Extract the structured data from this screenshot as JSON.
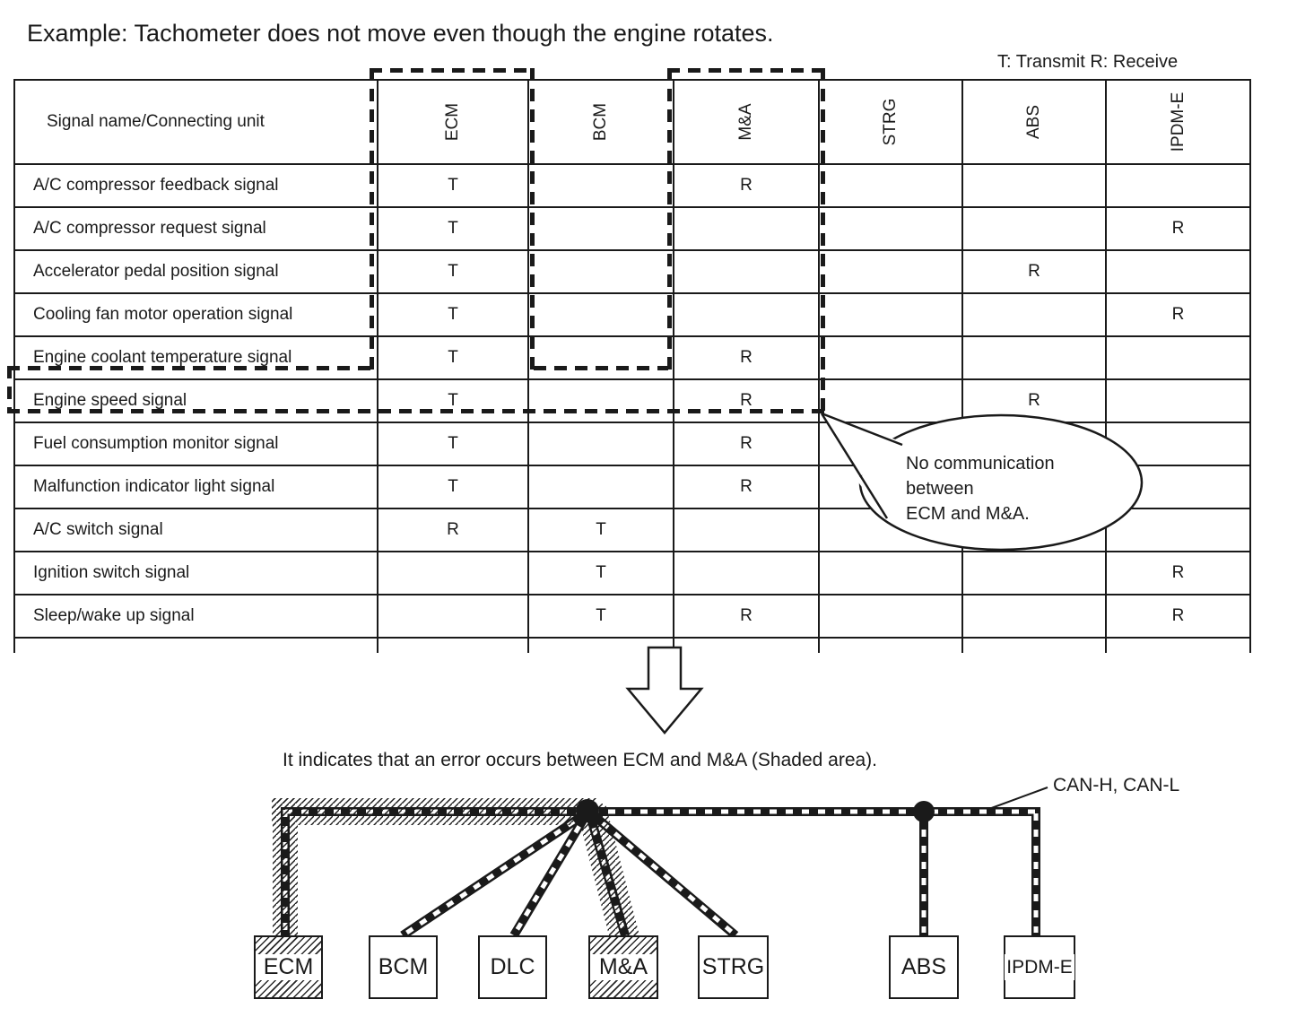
{
  "title": "Example: Tachometer does not move even though the engine rotates.",
  "legend": "T: Transmit  R: Receive",
  "table": {
    "header": "Signal name/Connecting unit",
    "columns": [
      "ECM",
      "BCM",
      "M&A",
      "STRG",
      "ABS",
      "IPDM-E"
    ],
    "rows": [
      {
        "name": "A/C compressor feedback signal",
        "cells": [
          "T",
          "",
          "R",
          "",
          "",
          ""
        ]
      },
      {
        "name": "A/C compressor request signal",
        "cells": [
          "T",
          "",
          "",
          "",
          "",
          "R"
        ]
      },
      {
        "name": "Accelerator pedal position signal",
        "cells": [
          "T",
          "",
          "",
          "",
          "R",
          ""
        ]
      },
      {
        "name": "Cooling fan motor operation signal",
        "cells": [
          "T",
          "",
          "",
          "",
          "",
          "R"
        ]
      },
      {
        "name": "Engine coolant temperature signal",
        "cells": [
          "T",
          "",
          "R",
          "",
          "",
          ""
        ]
      },
      {
        "name": "Engine speed signal",
        "cells": [
          "T",
          "",
          "R",
          "",
          "R",
          ""
        ]
      },
      {
        "name": "Fuel consumption monitor signal",
        "cells": [
          "T",
          "",
          "R",
          "",
          "",
          ""
        ]
      },
      {
        "name": "Malfunction indicator light signal",
        "cells": [
          "T",
          "",
          "R",
          "",
          "",
          ""
        ]
      },
      {
        "name": "A/C switch signal",
        "cells": [
          "R",
          "T",
          "",
          "",
          "",
          ""
        ]
      },
      {
        "name": "Ignition switch signal",
        "cells": [
          "",
          "T",
          "",
          "",
          "",
          "R"
        ]
      },
      {
        "name": "Sleep/wake up signal",
        "cells": [
          "",
          "T",
          "R",
          "",
          "",
          "R"
        ]
      }
    ],
    "highlighted_columns": [
      "ECM",
      "M&A"
    ],
    "highlighted_row": "Engine speed signal"
  },
  "callout": {
    "lines": [
      "No communication",
      "between",
      "ECM and M&A."
    ]
  },
  "caption": "It indicates that an error occurs between ECM and M&A (Shaded area).",
  "diagram": {
    "bus_label": "CAN-H,  CAN-L",
    "nodes": [
      "ECM",
      "BCM",
      "DLC",
      "M&A",
      "STRG",
      "ABS",
      "IPDM-E"
    ],
    "shaded_nodes": [
      "ECM",
      "M&A"
    ],
    "line_color": "#1a1a1a"
  }
}
